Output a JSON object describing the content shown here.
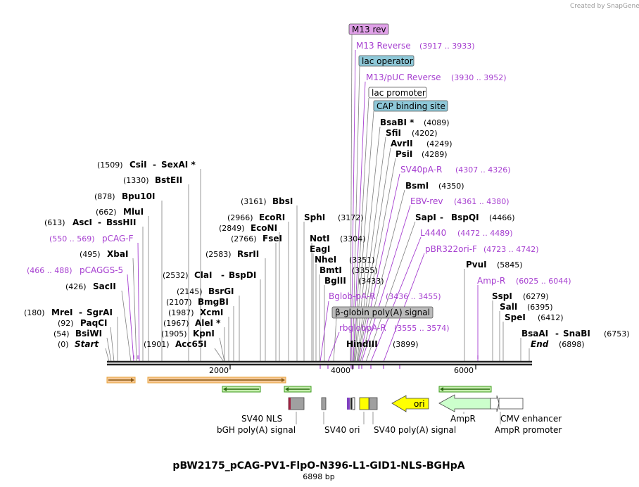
{
  "credit": "Created by SnapGene",
  "title": "pBW2175_pCAG-PV1-FlpO-N396-L1-GID1-NLS-BGHpA",
  "length_label": "6898 bp",
  "scale_ticks": [
    "2000",
    "4000",
    "6000"
  ],
  "left_sites": [
    {
      "name": "CsiI",
      "pos": "(1509)",
      "name2": "SexAI *"
    },
    {
      "name": "BstEII",
      "pos": "(1330)"
    },
    {
      "name": "Bpu10I",
      "pos": "(878)"
    },
    {
      "name": "MluI",
      "pos": "(662)"
    },
    {
      "name": "AscI",
      "pos": "(613)",
      "name2": "BssHII"
    },
    {
      "name": "XbaI",
      "pos": "(495)"
    },
    {
      "name": "SacII",
      "pos": "(426)"
    },
    {
      "name": "MreI",
      "pos": "(180)",
      "name2": "SgrAI"
    },
    {
      "name": "PaqCI",
      "pos": "(92)"
    },
    {
      "name": "BsiWI",
      "pos": "(54)"
    },
    {
      "name": "Start",
      "pos": "(0)"
    }
  ],
  "left_primers": [
    {
      "name": "pCAG-F",
      "range": "(550 .. 569)"
    },
    {
      "name": "pCAGGS-5",
      "range": "(466 .. 488)"
    }
  ],
  "mid_sites": [
    {
      "name": "BbsI",
      "pos": "(3161)"
    },
    {
      "name": "EcoRI",
      "pos": "(2966)"
    },
    {
      "name": "EcoNI",
      "pos": "(2849)"
    },
    {
      "name": "FseI",
      "pos": "(2766)"
    },
    {
      "name": "RsrII",
      "pos": "(2583)"
    },
    {
      "name": "ClaI",
      "pos": "(2532)",
      "name2": "BspDI"
    },
    {
      "name": "BsrGI",
      "pos": "(2145)"
    },
    {
      "name": "BmgBI",
      "pos": "(2107)"
    },
    {
      "name": "XcmI",
      "pos": "(1987)"
    },
    {
      "name": "AleI *",
      "pos": "(1967)"
    },
    {
      "name": "KpnI",
      "pos": "(1905)"
    },
    {
      "name": "Acc65I",
      "pos": "(1901)"
    }
  ],
  "center_sites": [
    {
      "name": "SphI",
      "pos": "(3172)"
    },
    {
      "name": "NotI",
      "pos": "(3304)"
    },
    {
      "name": "EagI",
      "pos": ""
    },
    {
      "name": "NheI",
      "pos": "(3351)"
    },
    {
      "name": "BmtI",
      "pos": "(3355)"
    },
    {
      "name": "BglII",
      "pos": "(3433)"
    },
    {
      "name": "HindIII",
      "pos": "(3899)"
    }
  ],
  "top_features": [
    {
      "name": "M13 rev",
      "kind": "primer_bind"
    },
    {
      "name": "lac operator",
      "kind": "protein_bind"
    },
    {
      "name": "lac promoter",
      "kind": "promoter"
    },
    {
      "name": "CAP binding site",
      "kind": "protein_bind"
    },
    {
      "name": "β-globin poly(A) signal",
      "kind": "polyA"
    }
  ],
  "right_primers": [
    {
      "name": "M13 Reverse",
      "range": "(3917 .. 3933)"
    },
    {
      "name": "M13/pUC Reverse",
      "range": "(3930 .. 3952)"
    },
    {
      "name": "SV40pA-R",
      "range": "(4307 .. 4326)"
    },
    {
      "name": "EBV-rev",
      "range": "(4361 .. 4380)"
    },
    {
      "name": "L4440",
      "range": "(4472 .. 4489)"
    },
    {
      "name": "pBR322ori-F",
      "range": "(4723 .. 4742)"
    },
    {
      "name": "Amp-R",
      "range": "(6025 .. 6044)"
    },
    {
      "name": "Bglob-pA-R",
      "range": "(3436 .. 3455)"
    },
    {
      "name": "rbglobpA-R",
      "range": "(3555 .. 3574)"
    }
  ],
  "right_sites": [
    {
      "name": "BsaBI *",
      "pos": "(4089)"
    },
    {
      "name": "SfiI",
      "pos": "(4202)"
    },
    {
      "name": "AvrII",
      "pos": "(4249)"
    },
    {
      "name": "PsiI",
      "pos": "(4289)"
    },
    {
      "name": "BsmI",
      "pos": "(4350)"
    },
    {
      "name": "SapI",
      "pos": "(4466)",
      "name2": "BspQI"
    },
    {
      "name": "PvuI",
      "pos": "(5845)"
    },
    {
      "name": "SspI",
      "pos": "(6279)"
    },
    {
      "name": "SalI",
      "pos": "(6395)"
    },
    {
      "name": "SpeI",
      "pos": "(6412)"
    },
    {
      "name": "BsaAI",
      "pos": "(6753)",
      "name2": "SnaBI"
    },
    {
      "name": "End",
      "pos": "(6898)"
    }
  ],
  "bottom_features": [
    {
      "name": "SV40 NLS"
    },
    {
      "name": "bGH poly(A) signal"
    },
    {
      "name": "SV40 ori"
    },
    {
      "name": "SV40 poly(A) signal"
    },
    {
      "name": "ori"
    },
    {
      "name": "AmpR"
    },
    {
      "name": "CMV enhancer"
    },
    {
      "name": "AmpR promoter"
    }
  ],
  "colors": {
    "primer": "#a63fd0",
    "orf_orange": "#e8a33a",
    "orf_green": "#3c9b1c",
    "ori": "#ffff00",
    "ampr": "#ccffcc",
    "m13rev_box": "#e0a0e8",
    "lac_box": "#8ec8d8"
  }
}
